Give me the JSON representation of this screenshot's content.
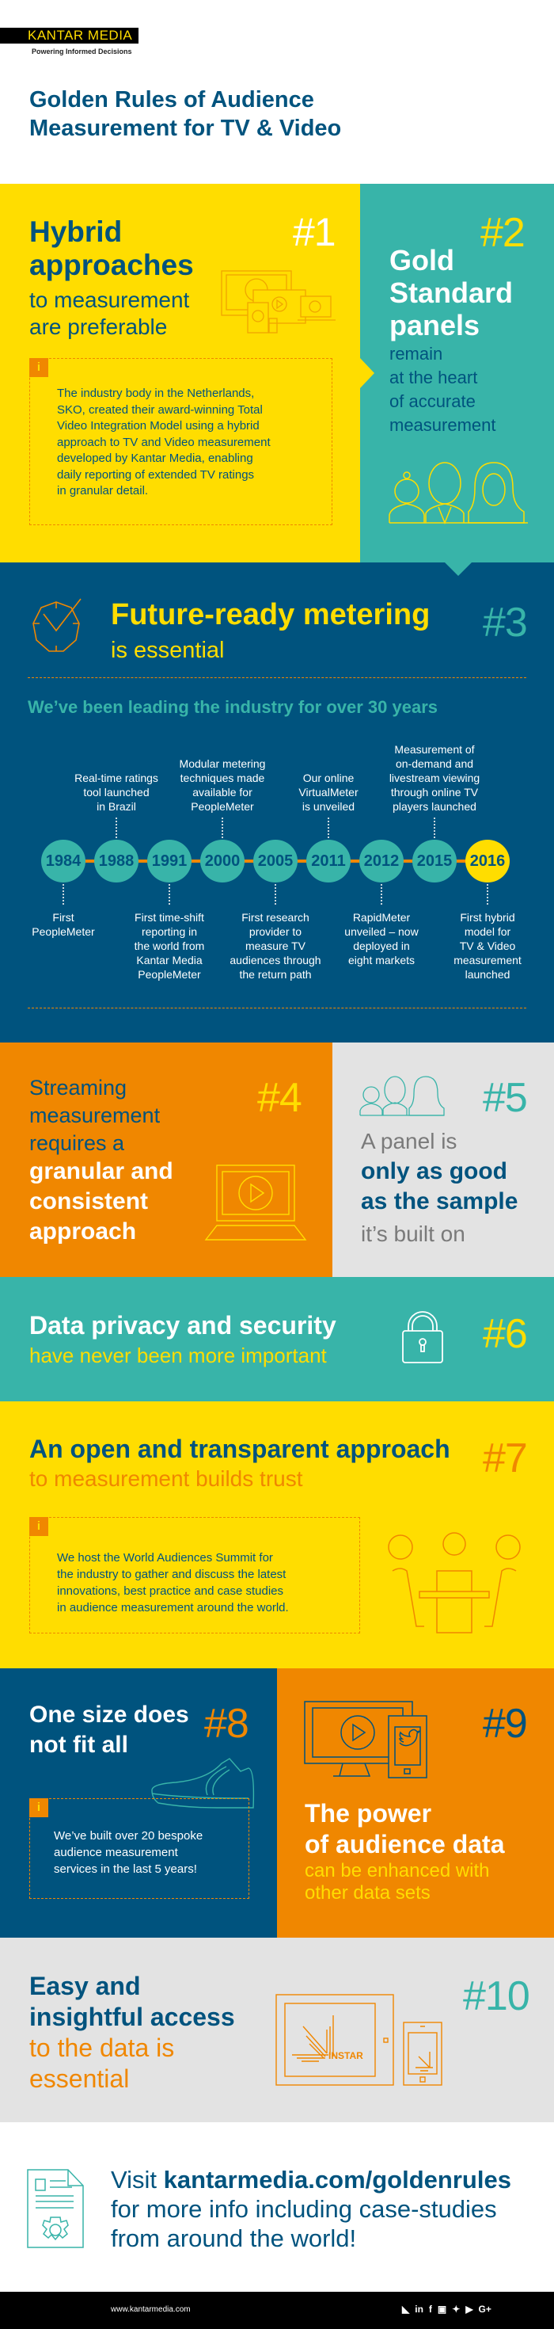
{
  "header": {
    "logo_text": "KANTAR MEDIA",
    "tagline": "Powering Informed Decisions",
    "title_line1": "Golden Rules of Audience",
    "title_line2": "Measurement for TV & Video"
  },
  "rule1": {
    "number": "#1",
    "title_a": "Hybrid",
    "title_b": "approaches",
    "sub_a": "to measurement",
    "sub_b": "are preferable",
    "info_badge": "i",
    "info": [
      "The industry body in the Netherlands,",
      "SKO, created their award-winning Total",
      "Video Integration Model using a hybrid",
      "approach to TV and Video measurement",
      "developed by Kantar Media, enabling",
      "daily reporting of extended TV ratings",
      "in granular detail."
    ],
    "icon": "devices-icon"
  },
  "rule2": {
    "number": "#2",
    "title": [
      "Gold",
      "Standard",
      "panels"
    ],
    "sub": [
      "remain",
      "at the heart",
      "of accurate",
      "measurement"
    ],
    "icon": "family-icon"
  },
  "rule3": {
    "number": "#3",
    "title": "Future-ready metering",
    "sub": "is essential",
    "timeline_heading": "We’ve been leading the industry for over 30 years",
    "icon": "clock-icon",
    "timeline": [
      {
        "year": "1984",
        "pos": "below",
        "text": [
          "First",
          "PeopleMeter"
        ]
      },
      {
        "year": "1988",
        "pos": "above",
        "text": [
          "Real-time ratings",
          "tool launched",
          "in Brazil"
        ]
      },
      {
        "year": "1991",
        "pos": "below",
        "text": [
          "First time-shift",
          "reporting in",
          "the world from",
          "Kantar Media",
          "PeopleMeter"
        ]
      },
      {
        "year": "2000",
        "pos": "above",
        "text": [
          "Modular metering",
          "techniques made",
          "available for",
          "PeopleMeter"
        ]
      },
      {
        "year": "2005",
        "pos": "below",
        "text": [
          "First research",
          "provider to",
          "measure TV",
          "audiences through",
          "the return path"
        ]
      },
      {
        "year": "2011",
        "pos": "above",
        "text": [
          "Our online",
          "VirtualMeter",
          "is unveiled"
        ]
      },
      {
        "year": "2012",
        "pos": "below",
        "text": [
          "RapidMeter",
          "unveiled – now",
          "deployed in",
          "eight markets"
        ]
      },
      {
        "year": "2015",
        "pos": "above",
        "text": [
          "Measurement of",
          "on-demand and",
          "livestream viewing",
          "through online TV",
          "players launched"
        ]
      },
      {
        "year": "2016",
        "pos": "below",
        "highlight": true,
        "text": [
          "First hybrid",
          "model for",
          "TV & Video",
          "measurement",
          "launched"
        ]
      }
    ]
  },
  "rule4": {
    "number": "#4",
    "lines_regular": [
      "Streaming",
      "measurement",
      "requires a"
    ],
    "lines_bold": [
      "granular and",
      "consistent",
      "approach"
    ],
    "icon": "laptop-play-icon"
  },
  "rule5": {
    "number": "#5",
    "line1": "A panel is",
    "bold": [
      "only as good",
      "as the sample"
    ],
    "line_last": "it’s built on",
    "icon": "family-icon"
  },
  "rule6": {
    "number": "#6",
    "title": "Data privacy and security",
    "sub": "have never been more important",
    "icon": "lock-icon"
  },
  "rule7": {
    "number": "#7",
    "title": "An open and transparent approach",
    "sub": "to measurement builds trust",
    "info_badge": "i",
    "info": [
      "We host the World Audiences Summit for",
      "the industry to gather and discuss the latest",
      "innovations, best practice and case studies",
      "in audience measurement around the world."
    ],
    "icon": "meeting-table-icon"
  },
  "rule8": {
    "number": "#8",
    "title": [
      "One size does",
      "not fit all"
    ],
    "info_badge": "i",
    "info": [
      "We’ve built over 20 bespoke",
      "audience measurement",
      "services in the last 5 years!"
    ],
    "icon": "shoe-icon"
  },
  "rule9": {
    "number": "#9",
    "title": [
      "The power",
      "of audience data"
    ],
    "sub": [
      "can be enhanced with",
      "other data sets"
    ],
    "icon": "tv-twitter-icon"
  },
  "rule10": {
    "number": "#10",
    "bold": [
      "Easy and",
      "insightful access"
    ],
    "orange": [
      "to the data is",
      "essential"
    ],
    "instar_label": "INSTAR",
    "icon": "instar-tablet-icon"
  },
  "cta": {
    "visit": "Visit",
    "url": "kantarmedia.com/goldenrules",
    "line2": "for more info including case-studies",
    "line3": "from around the world!",
    "icon": "document-gear-icon"
  },
  "footer": {
    "website": "www.kantarmedia.com",
    "social": [
      "rss-icon",
      "linkedin-icon",
      "facebook-icon",
      "instagram-icon",
      "twitter-icon",
      "youtube-icon",
      "google-plus-icon"
    ]
  },
  "colors": {
    "yellow": "#FFDD00",
    "teal": "#38B4A9",
    "navy": "#00537E",
    "orange": "#F08700",
    "grey": "#E3E3E3"
  }
}
